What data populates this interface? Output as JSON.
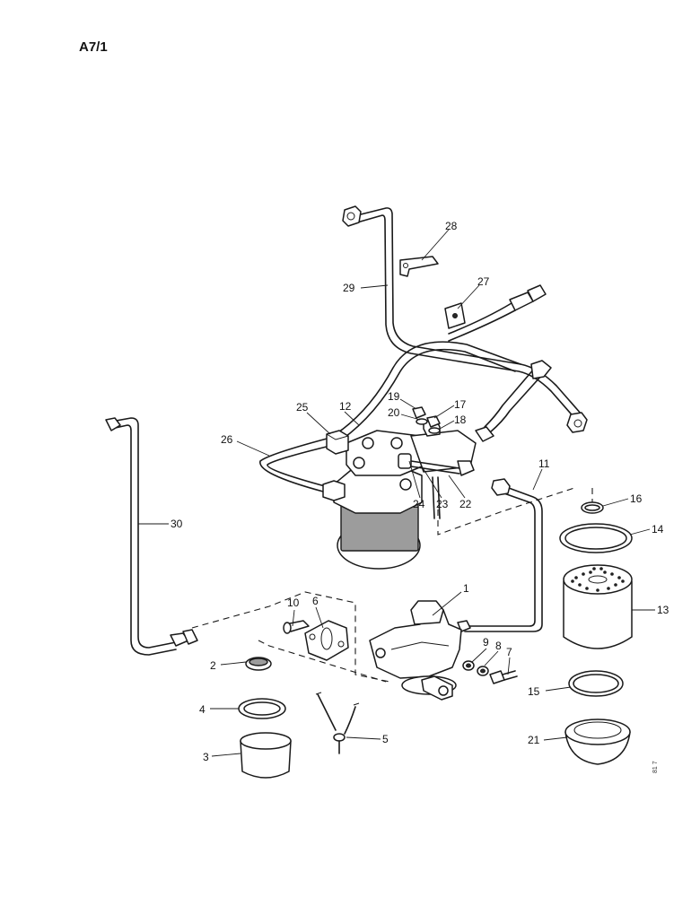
{
  "page_label": "A7/1",
  "image_code": "81 7",
  "callouts": [
    {
      "id": "c1",
      "text": "1"
    },
    {
      "id": "c2",
      "text": "2"
    },
    {
      "id": "c3",
      "text": "3"
    },
    {
      "id": "c4",
      "text": "4"
    },
    {
      "id": "c5",
      "text": "5"
    },
    {
      "id": "c6",
      "text": "6"
    },
    {
      "id": "c7",
      "text": "7"
    },
    {
      "id": "c8",
      "text": "8"
    },
    {
      "id": "c9",
      "text": "9"
    },
    {
      "id": "c10",
      "text": "10"
    },
    {
      "id": "c11",
      "text": "11"
    },
    {
      "id": "c12",
      "text": "12"
    },
    {
      "id": "c13",
      "text": "13"
    },
    {
      "id": "c14",
      "text": "14"
    },
    {
      "id": "c15",
      "text": "15"
    },
    {
      "id": "c16",
      "text": "16"
    },
    {
      "id": "c17",
      "text": "17"
    },
    {
      "id": "c18",
      "text": "18"
    },
    {
      "id": "c19",
      "text": "19"
    },
    {
      "id": "c20",
      "text": "20"
    },
    {
      "id": "c21",
      "text": "21"
    },
    {
      "id": "c22",
      "text": "22"
    },
    {
      "id": "c23",
      "text": "23"
    },
    {
      "id": "c24",
      "text": "24"
    },
    {
      "id": "c25",
      "text": "25"
    },
    {
      "id": "c26",
      "text": "26"
    },
    {
      "id": "c27",
      "text": "27"
    },
    {
      "id": "c28",
      "text": "28"
    },
    {
      "id": "c29",
      "text": "29"
    },
    {
      "id": "c30",
      "text": "30"
    }
  ]
}
